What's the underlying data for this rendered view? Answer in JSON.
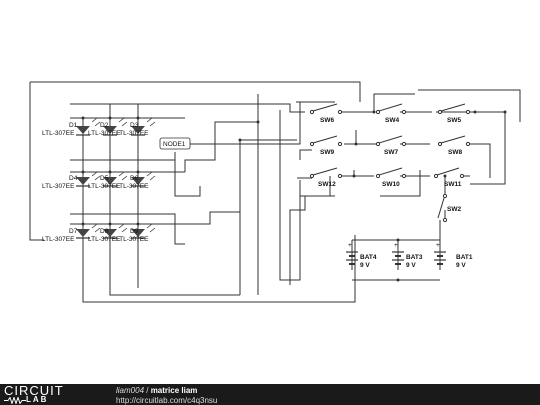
{
  "diagram": {
    "leds": [
      {
        "ref": "D1",
        "part": "LTL-307EE"
      },
      {
        "ref": "D2",
        "part": "LTL-307EE"
      },
      {
        "ref": "D3",
        "part": "LTL-307EE"
      },
      {
        "ref": "D4",
        "part": "LTL-307EE"
      },
      {
        "ref": "D5",
        "part": "LTL-307EE"
      },
      {
        "ref": "D6",
        "part": "LTL-307EE"
      },
      {
        "ref": "D7",
        "part": "LTL-307EE"
      },
      {
        "ref": "D8",
        "part": "LTL-307EE"
      },
      {
        "ref": "D9",
        "part": "LTL-307EE"
      }
    ],
    "node_label": "NODE1",
    "switches": [
      "SW6",
      "SW4",
      "SW5",
      "SW9",
      "SW7",
      "SW8",
      "SW12",
      "SW10",
      "SW11",
      "SW2"
    ],
    "batteries": [
      {
        "ref": "BAT4",
        "value": "9 V"
      },
      {
        "ref": "BAT3",
        "value": "9 V"
      },
      {
        "ref": "BAT1",
        "value": "9 V"
      }
    ],
    "plus_sign": "+"
  },
  "footer": {
    "logo_top": "CIRCUIT",
    "logo_bottom": "LAB",
    "author": "liam004",
    "separator": " / ",
    "title": "matrice liam",
    "url": "http://circuitlab.com/c4q3nsu"
  }
}
